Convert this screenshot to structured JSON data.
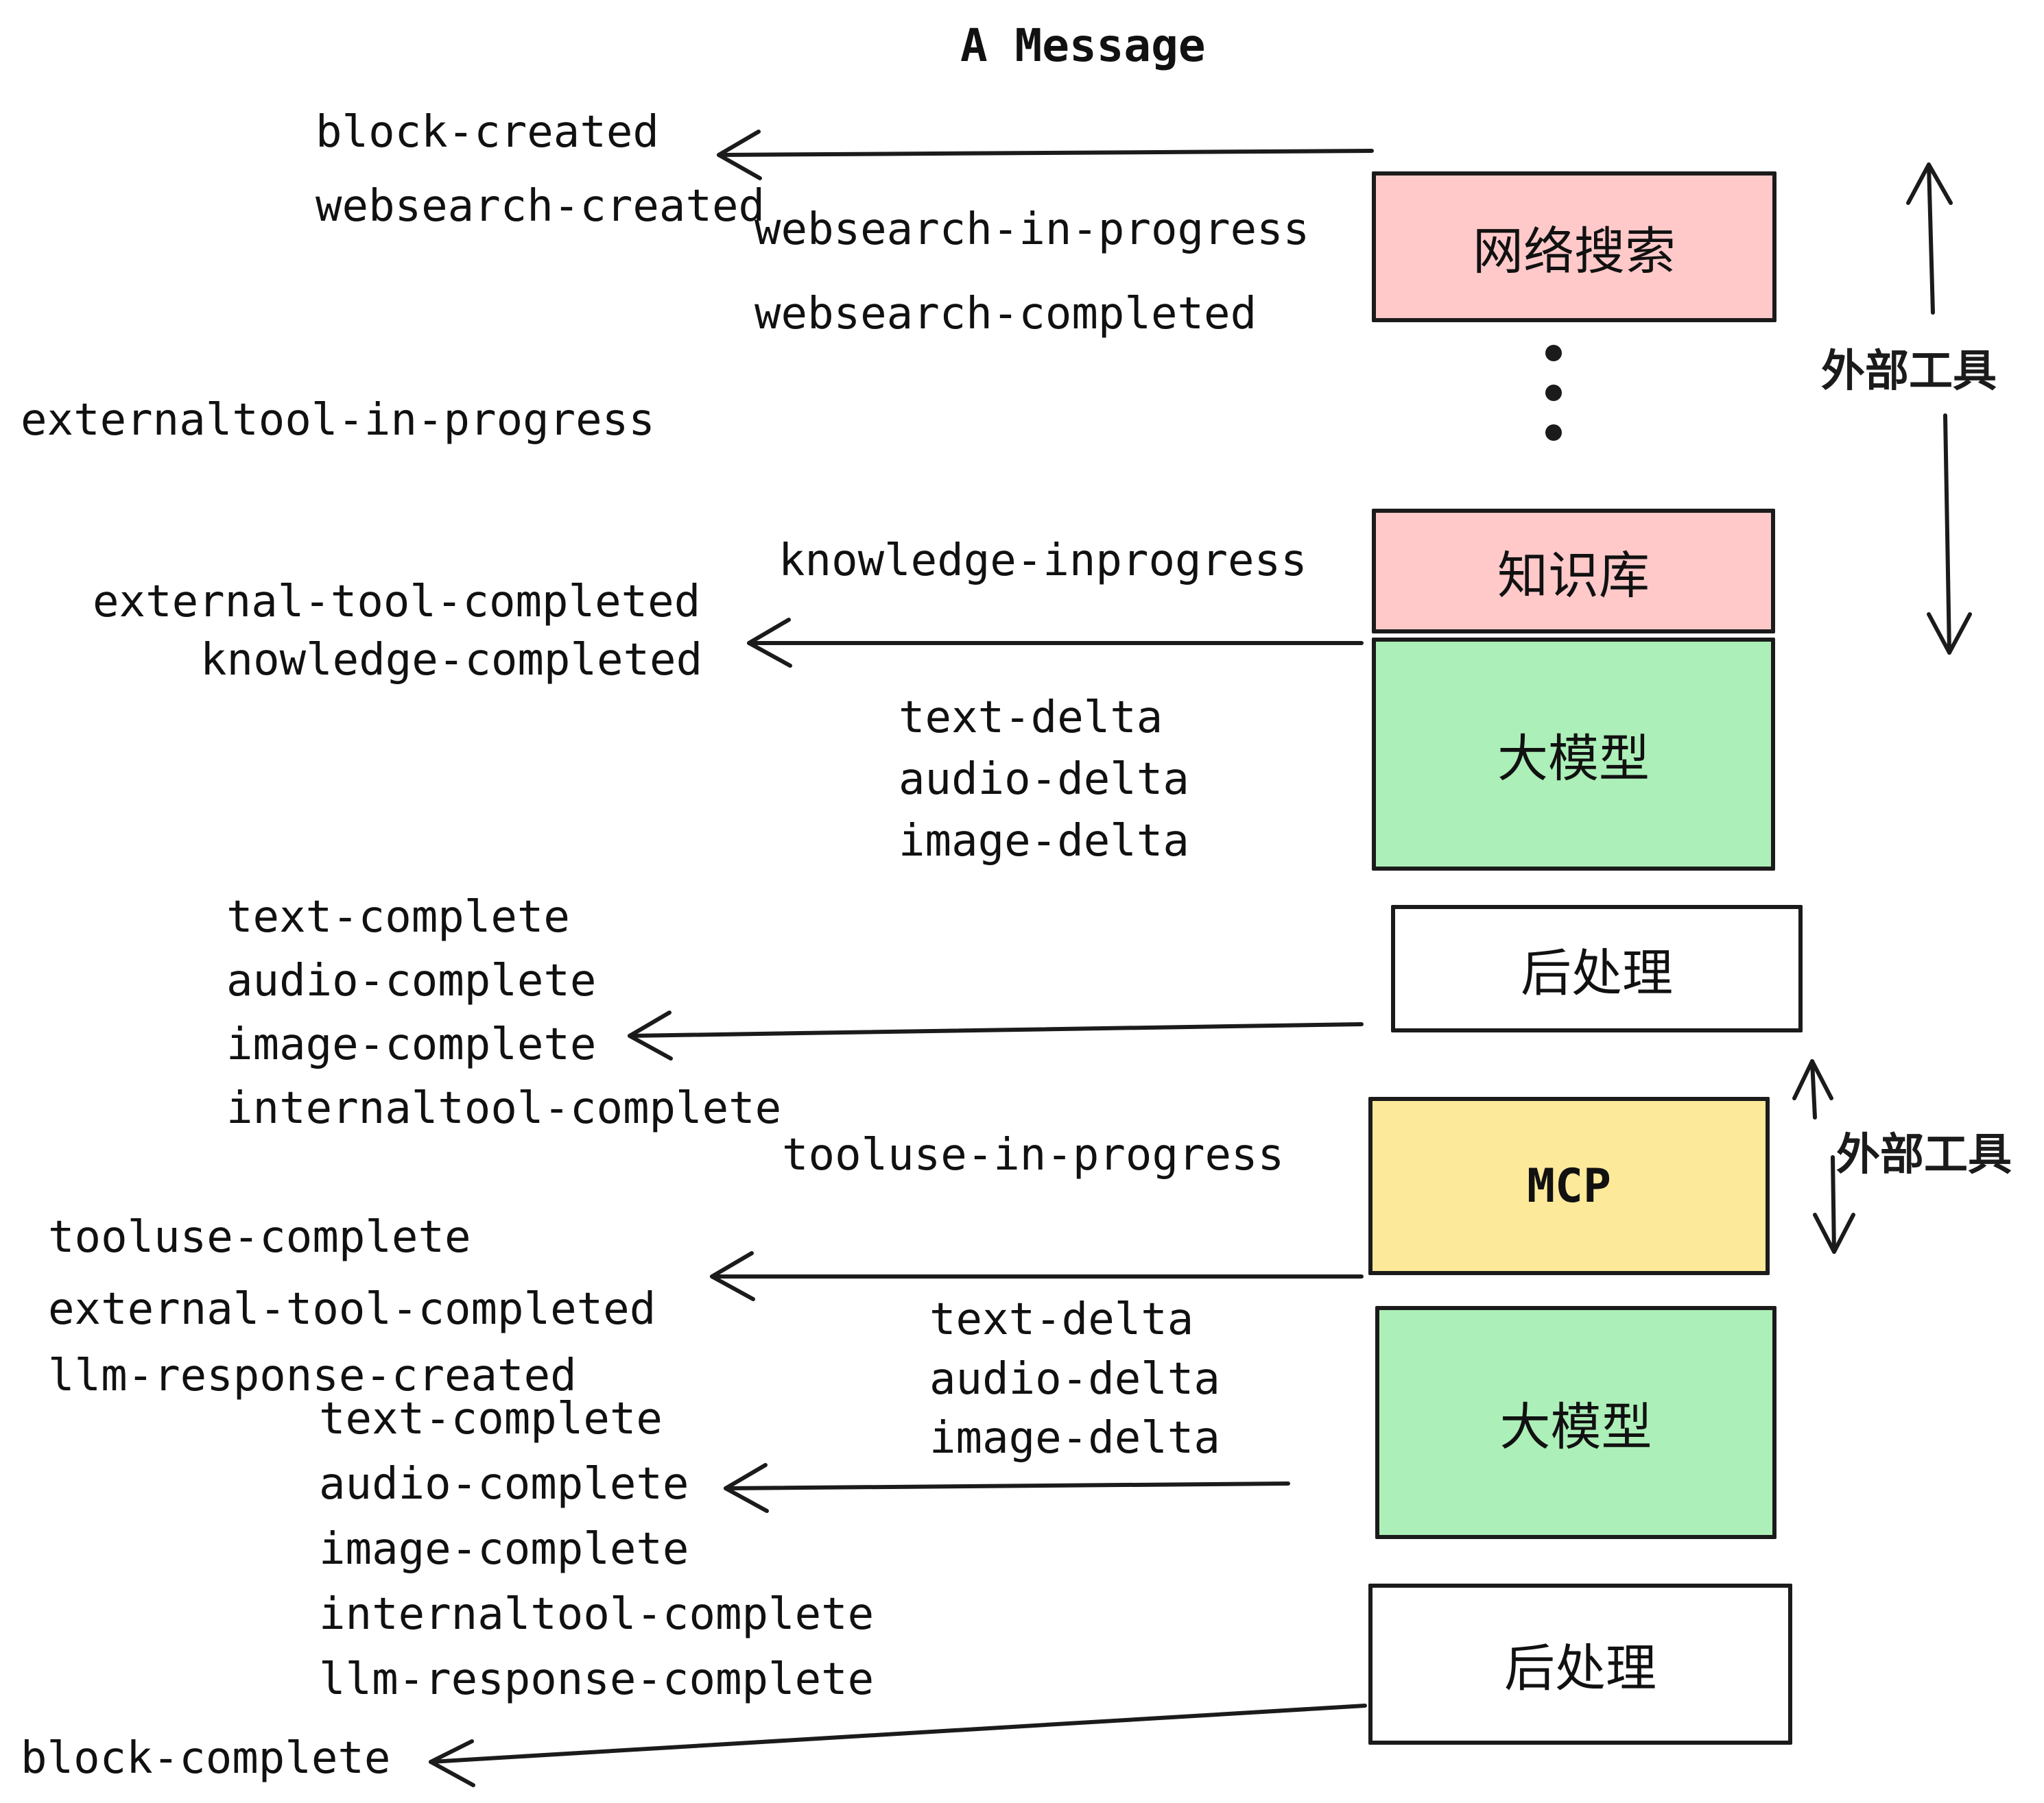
{
  "title": "A Message",
  "events": [
    {
      "label": "block-created"
    },
    {
      "label": "websearch-created"
    },
    {
      "label": "websearch-in-progress"
    },
    {
      "label": "websearch-completed"
    },
    {
      "label": "externaltool-in-progress"
    },
    {
      "label": "knowledge-inprogress"
    },
    {
      "label": "external-tool-completed"
    },
    {
      "label": "knowledge-completed"
    },
    {
      "label": "text-delta"
    },
    {
      "label": "audio-delta"
    },
    {
      "label": "image-delta"
    },
    {
      "label": "text-complete"
    },
    {
      "label": "audio-complete"
    },
    {
      "label": "image-complete"
    },
    {
      "label": "internaltool-complete"
    },
    {
      "label": "tooluse-in-progress"
    },
    {
      "label": "tooluse-complete"
    },
    {
      "label": "external-tool-completed"
    },
    {
      "label": "llm-response-created"
    },
    {
      "label": "text-delta"
    },
    {
      "label": "audio-delta"
    },
    {
      "label": "image-delta"
    },
    {
      "label": "text-complete"
    },
    {
      "label": "audio-complete"
    },
    {
      "label": "image-complete"
    },
    {
      "label": "internaltool-complete"
    },
    {
      "label": "llm-response-complete"
    },
    {
      "label": "block-complete"
    }
  ],
  "boxes": [
    {
      "label": "网络搜索",
      "color": "#ffc9ca"
    },
    {
      "label": "知识库",
      "color": "#ffc9ca"
    },
    {
      "label": "大模型",
      "color": "#acefb8"
    },
    {
      "label": "后处理",
      "color": "#ffffff"
    },
    {
      "label": "MCP",
      "color": "#fde99a"
    },
    {
      "label": "大模型",
      "color": "#acefb8"
    },
    {
      "label": "后处理",
      "color": "#ffffff"
    }
  ],
  "side_labels": [
    {
      "label": "外部工具"
    },
    {
      "label": "外部工具"
    }
  ],
  "colors": {
    "pink": "#ffc9ca",
    "green": "#acefb8",
    "yellow": "#fde99a",
    "white": "#ffffff",
    "stroke": "#1b1b1b",
    "text": "#111111"
  }
}
